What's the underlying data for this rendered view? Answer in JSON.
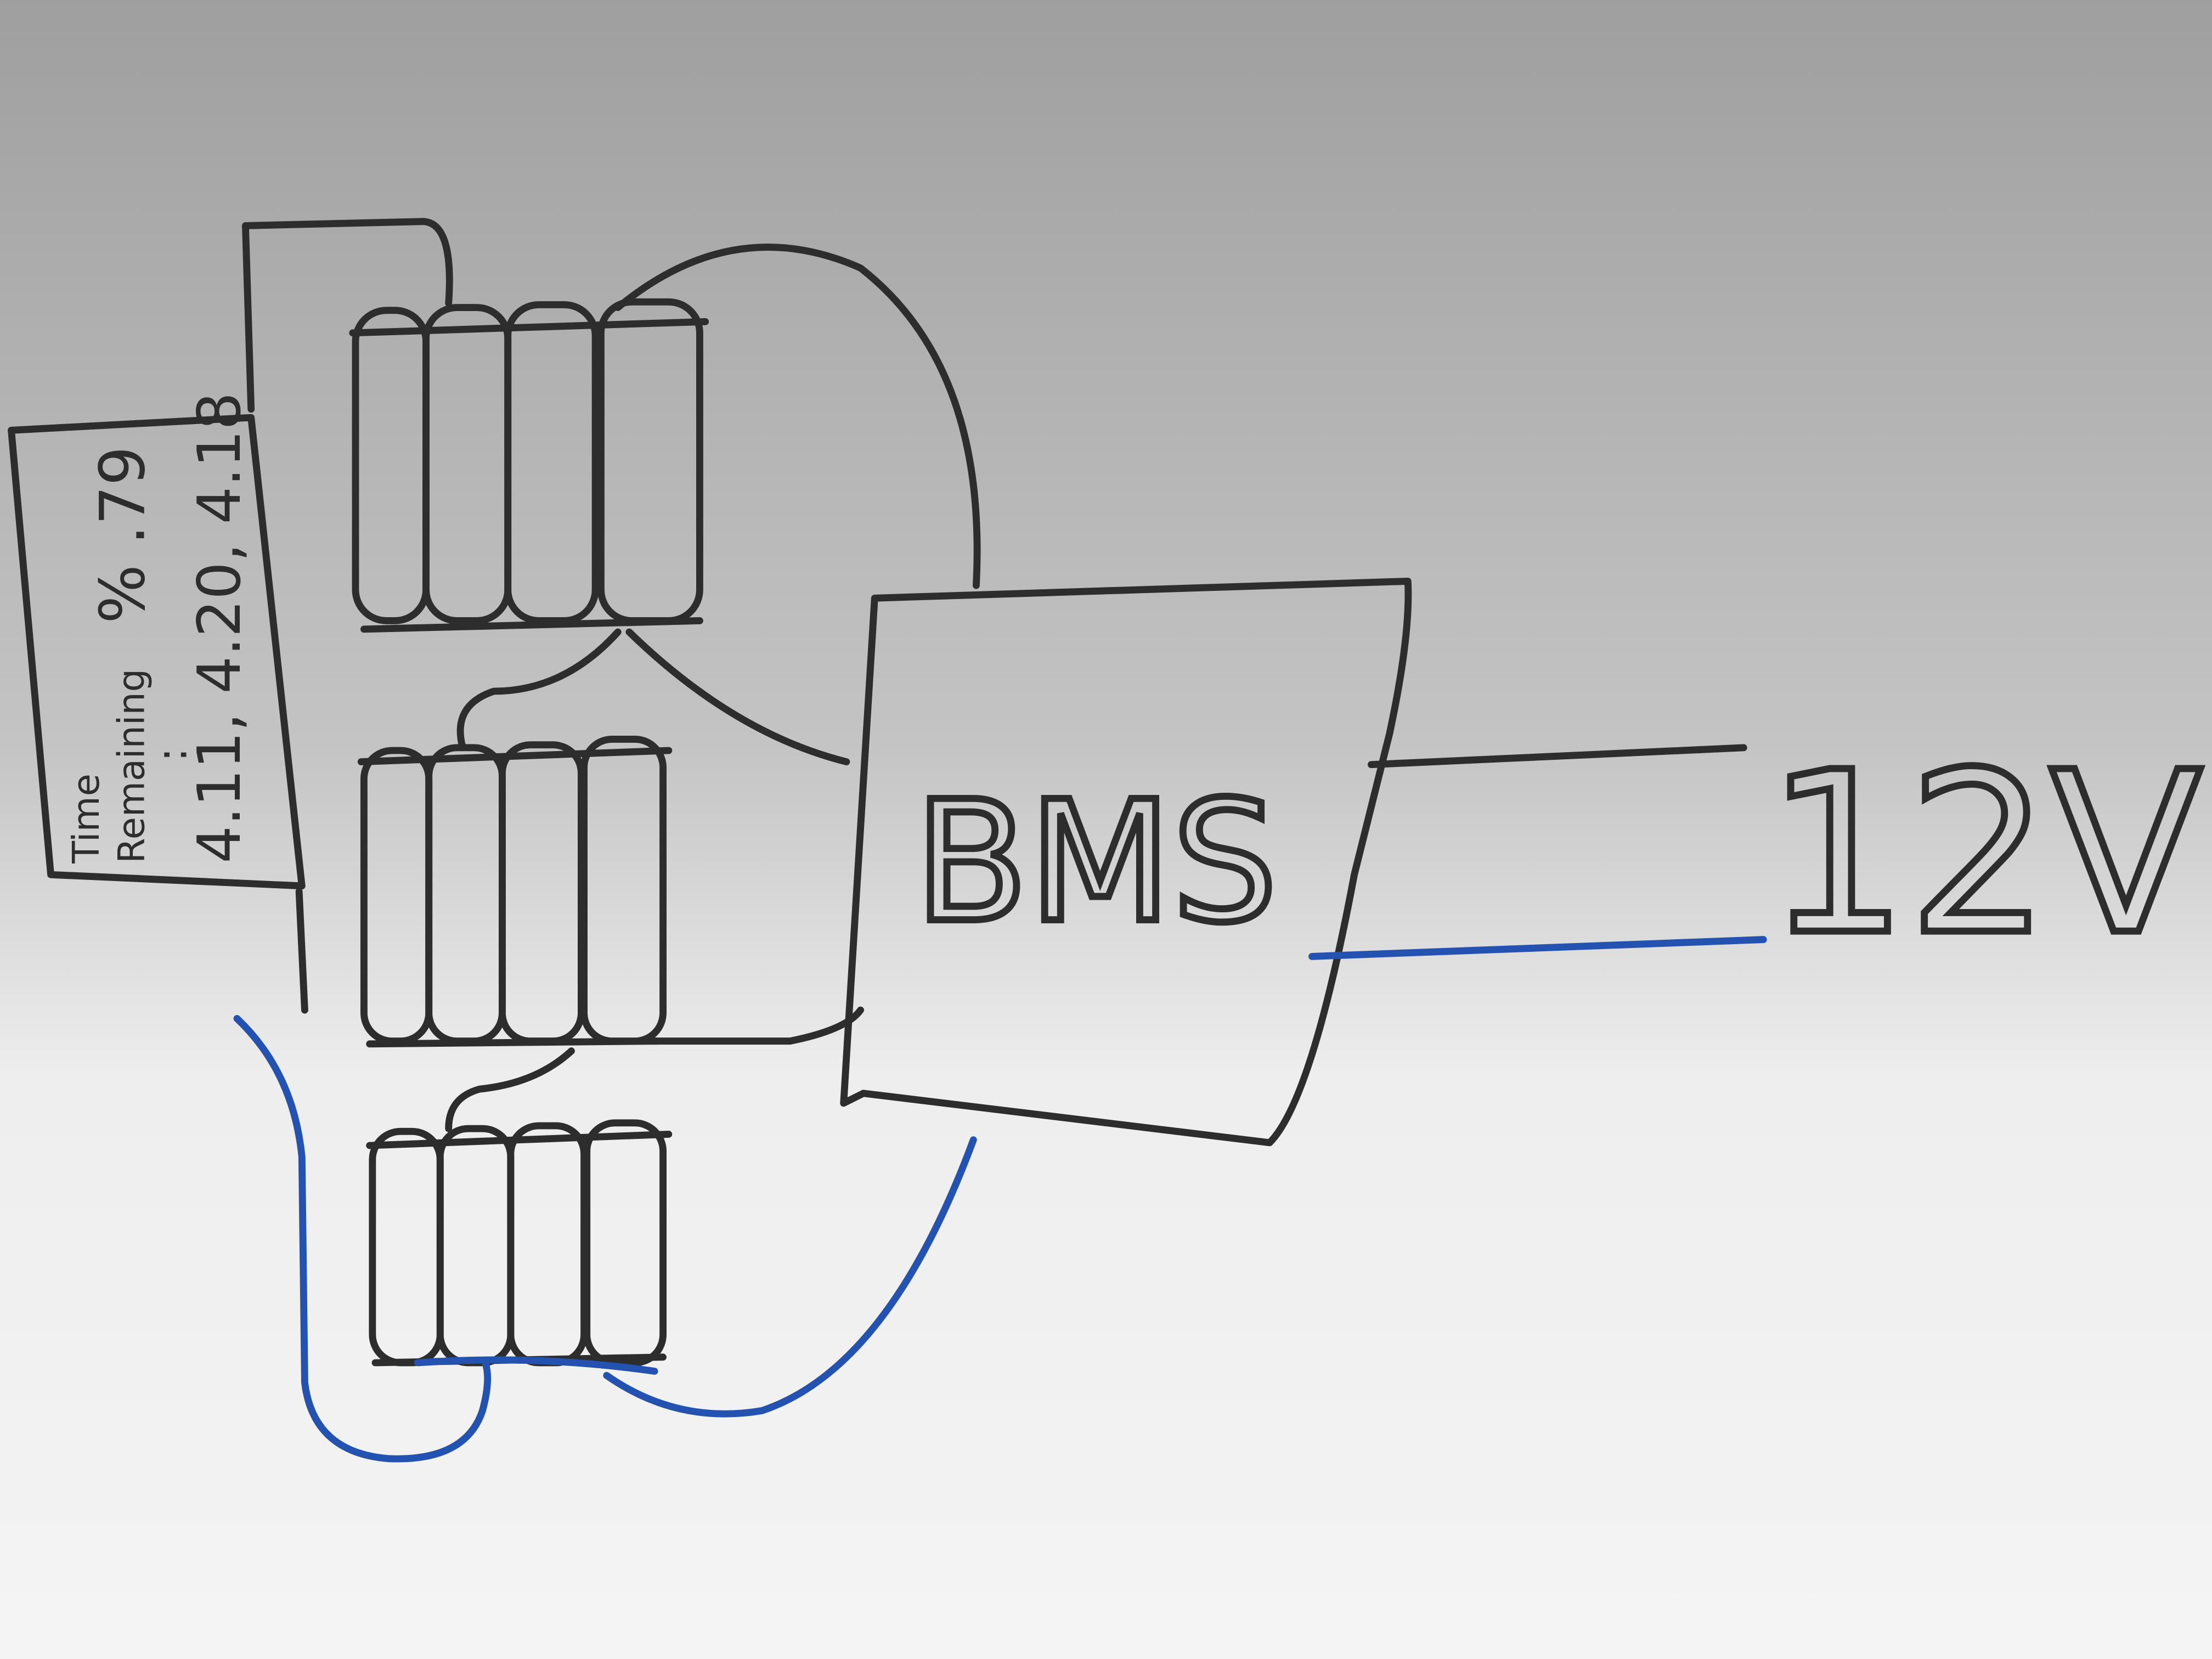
{
  "diagram": {
    "bms_label": "BMS",
    "output_label": "12V",
    "display": {
      "line1": "Time",
      "line2": "Remaining",
      "line3": ":",
      "percent": "% .79",
      "voltages": "4.11, 4.20, 4.18"
    },
    "battery_packs": [
      {
        "cells": 4
      },
      {
        "cells": 4
      },
      {
        "cells": 4
      }
    ]
  },
  "colors": {
    "board_light": "#f1f1f1",
    "board_dark": "#9e9e9e",
    "ink_black": "#2d2d2d",
    "ink_blue": "#2452b0"
  }
}
